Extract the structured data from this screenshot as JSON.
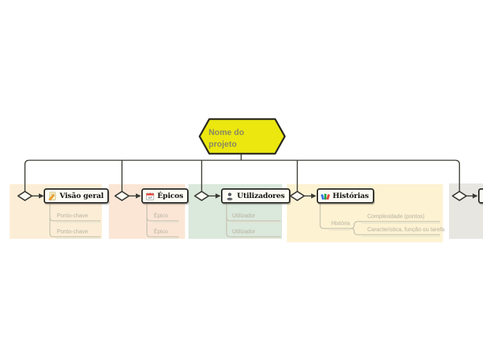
{
  "root": {
    "label": "Nome do projeto"
  },
  "branches": [
    {
      "label": "Visão geral",
      "icon": "memo-icon",
      "children": [
        "Ponto-chave",
        "Ponto-chave"
      ]
    },
    {
      "label": "Épicos",
      "icon": "calendar-icon",
      "children": [
        "Épico",
        "Épico"
      ]
    },
    {
      "label": "Utilizadores",
      "icon": "person-icon",
      "children": [
        "Utilizador",
        "Utilizador"
      ]
    },
    {
      "label": "Histórias",
      "icon": "books-icon",
      "children": [
        {
          "label": "História",
          "children": [
            "Complexidade (pontos)",
            "Característica, função ou tarefa"
          ]
        }
      ]
    },
    {
      "label": ""
    }
  ],
  "icons": {
    "branch_icons": [
      "memo-icon",
      "calendar-icon",
      "person-icon",
      "books-icon"
    ],
    "calendar_day": "17"
  },
  "colors": {
    "root_fill": "#ebe70f",
    "root_text": "#8a8960",
    "branch_bgs": [
      "#fceed6",
      "#fbe6d6",
      "#dbe8dc",
      "#fdf2d2",
      "#e7e6e1"
    ],
    "connector": "#47473f",
    "child_line": "#c6c2b0",
    "child_text": "#b5b1a0",
    "node_fill": "#fdfcf4",
    "node_border": "#2c2c28"
  }
}
